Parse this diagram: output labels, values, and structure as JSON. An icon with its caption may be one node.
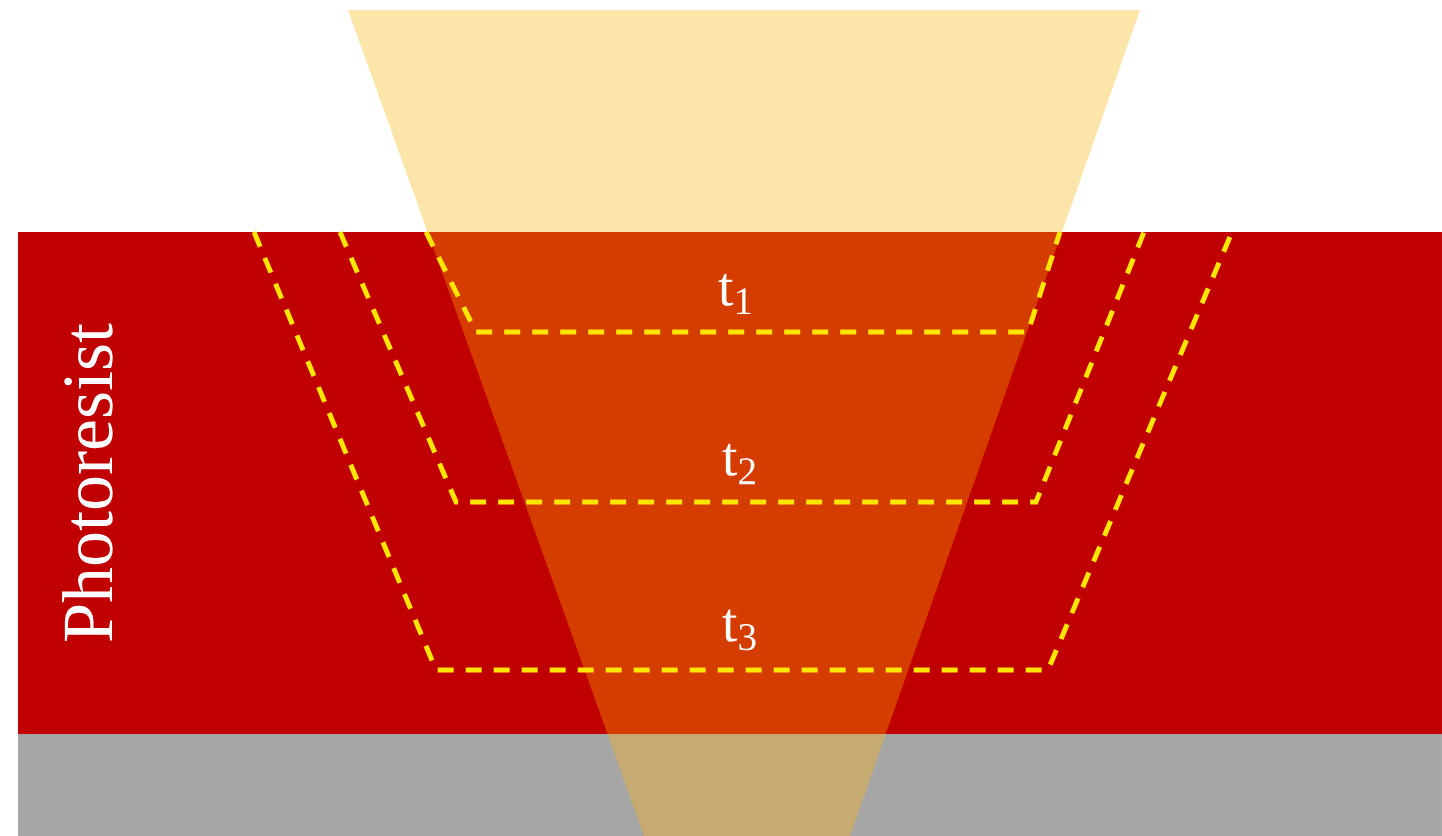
{
  "diagram": {
    "nodes": [
      {
        "text": [
          "Photoresist"
        ]
      },
      {
        "text": [],
        "shape": "box"
      }
    ],
    "edges": [],
    "labels": [
      "t$_{1}$",
      "t$_{2}$",
      "t$_{3}$"
    ]
  }
}
